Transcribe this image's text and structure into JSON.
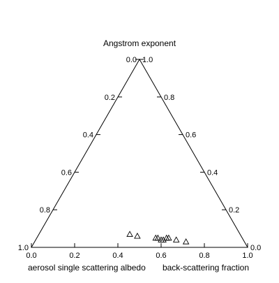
{
  "chart_data": {
    "type": "scatter",
    "subtype": "ternary",
    "title": "",
    "axes": {
      "top": {
        "label": "Angstrom exponent",
        "ticks": [
          0.0,
          0.2,
          0.4,
          0.6,
          0.8,
          1.0
        ]
      },
      "left": {
        "label": "aerosol single scattering albedo",
        "ticks": [
          0.0,
          0.2,
          0.4,
          0.6,
          0.8,
          1.0
        ]
      },
      "right": {
        "label": "back-scattering fraction",
        "ticks": [
          0.0,
          0.2,
          0.4,
          0.6,
          0.8,
          1.0
        ]
      }
    },
    "tick_labels": {
      "left_edge": [
        "0.0",
        "0.2",
        "0.4",
        "0.6",
        "0.8",
        "1.0"
      ],
      "right_edge": [
        "1.0",
        "0.8",
        "0.6",
        "0.4",
        "0.2",
        "0.0"
      ],
      "bottom_edge": [
        "0.0",
        "0.2",
        "0.4",
        "0.6",
        "0.8",
        "1.0"
      ]
    },
    "marker": "open-triangle",
    "grid": false,
    "points": [
      {
        "angstrom": 0.07,
        "right_val": 0.42,
        "left_val": 0.51
      },
      {
        "angstrom": 0.06,
        "right_val": 0.46,
        "left_val": 0.48
      },
      {
        "angstrom": 0.05,
        "right_val": 0.55,
        "left_val": 0.4
      },
      {
        "angstrom": 0.05,
        "right_val": 0.56,
        "left_val": 0.39
      },
      {
        "angstrom": 0.04,
        "right_val": 0.58,
        "left_val": 0.38
      },
      {
        "angstrom": 0.04,
        "right_val": 0.59,
        "left_val": 0.37
      },
      {
        "angstrom": 0.05,
        "right_val": 0.6,
        "left_val": 0.35
      },
      {
        "angstrom": 0.05,
        "right_val": 0.61,
        "left_val": 0.34
      },
      {
        "angstrom": 0.04,
        "right_val": 0.65,
        "left_val": 0.31
      },
      {
        "angstrom": 0.03,
        "right_val": 0.7,
        "left_val": 0.27
      }
    ]
  }
}
